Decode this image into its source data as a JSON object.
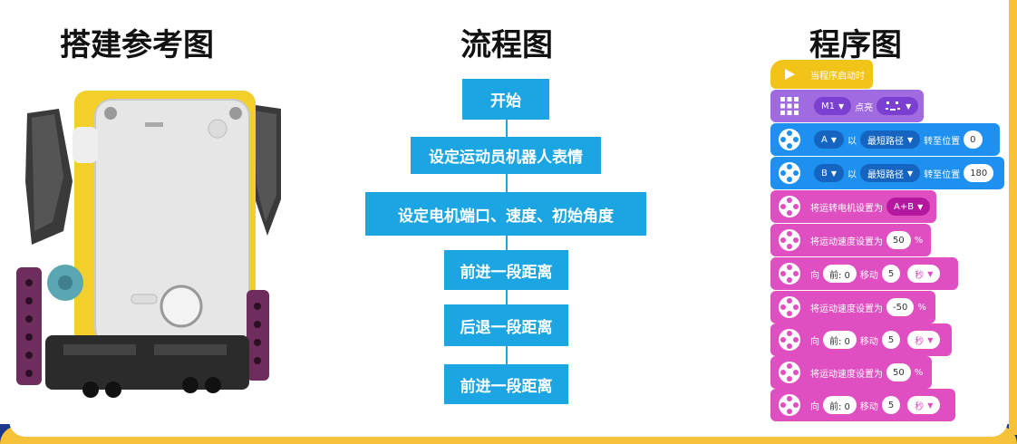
{
  "titles": {
    "reference": "搭建参考图",
    "flowchart": "流程图",
    "program": "程序图"
  },
  "flowchart": {
    "steps": [
      "开始",
      "设定运动员机器人表情",
      "设定电机端口、速度、初始角度",
      "前进一段距离",
      "后退一段距离",
      "前进一段距离"
    ]
  },
  "program": {
    "hat": {
      "label": "当程序启动时",
      "icon": "play-icon"
    },
    "face": {
      "port": "M1",
      "text": "点亮",
      "image": "face-pattern"
    },
    "motorA": {
      "port": "A",
      "with": "以",
      "mode": "最短路径",
      "action": "转至位置",
      "value": "0"
    },
    "motorB": {
      "port": "B",
      "with": "以",
      "mode": "最短路径",
      "action": "转至位置",
      "value": "180"
    },
    "set_pair": {
      "text": "将运转电机设置为",
      "value": "A+B"
    },
    "speed1": {
      "text": "将运动速度设置为",
      "value": "50",
      "unit": "%"
    },
    "move1": {
      "dir": "向",
      "steer": "前: 0",
      "move": "移动",
      "amount": "5",
      "unit": "秒"
    },
    "speed2": {
      "text": "将运动速度设置为",
      "value": "-50",
      "unit": "%"
    },
    "move2": {
      "dir": "向",
      "steer": "前: 0",
      "move": "移动",
      "amount": "5",
      "unit": "秒"
    },
    "speed3": {
      "text": "将运动速度设置为",
      "value": "50",
      "unit": "%"
    },
    "move3": {
      "dir": "向",
      "steer": "前: 0",
      "move": "移动",
      "amount": "5",
      "unit": "秒"
    }
  },
  "colors": {
    "flow": "#1ba6e3",
    "hat": "#f2c318",
    "motor": "#1e90ef",
    "light": "#a06be0",
    "movement": "#e04fc1",
    "frame": "#f6c23a"
  }
}
